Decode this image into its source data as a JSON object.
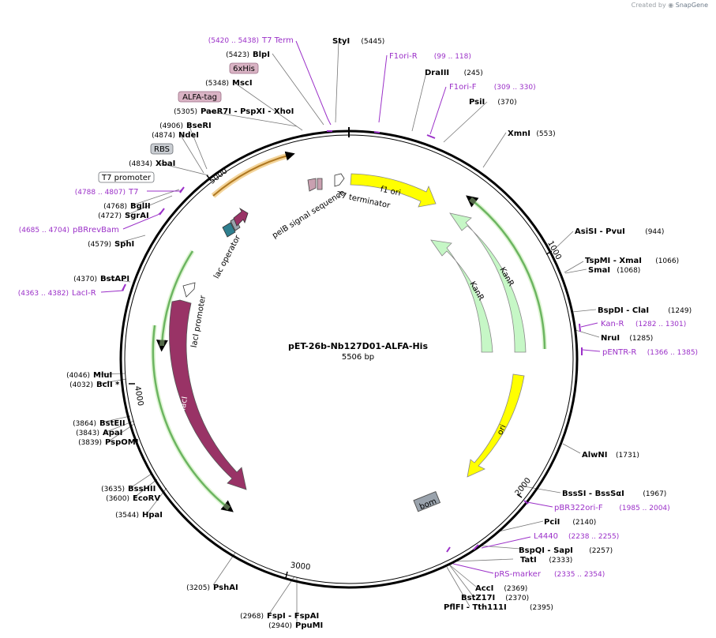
{
  "credit": {
    "prefix": "Created by",
    "brand": "SnapGene"
  },
  "plasmid": {
    "name": "pET-26b-Nb127D01-ALFA-His",
    "size_label": "5506 bp",
    "length": 5506
  },
  "ticks": [
    "1000",
    "2000",
    "3000",
    "4000",
    "5000"
  ],
  "sites": [
    {
      "name": "StyI",
      "pos": "(5445)",
      "color": "black"
    },
    {
      "name": "BlpI",
      "pos": "(5423)",
      "color": "black"
    },
    {
      "name": "MscI",
      "pos": "(5348)",
      "color": "black"
    },
    {
      "name": "PaeR7I - PspXI - XhoI",
      "pos": "(5305)",
      "color": "black"
    },
    {
      "name": "BseRI",
      "pos": "(4906)",
      "color": "black"
    },
    {
      "name": "NdeI",
      "pos": "(4874)",
      "color": "black"
    },
    {
      "name": "XbaI",
      "pos": "(4834)",
      "color": "black"
    },
    {
      "name": "BglII",
      "pos": "(4768)",
      "color": "black"
    },
    {
      "name": "SgrAI",
      "pos": "(4727)",
      "color": "black"
    },
    {
      "name": "SphI",
      "pos": "(4579)",
      "color": "black"
    },
    {
      "name": "BstAPI",
      "pos": "(4370)",
      "color": "black"
    },
    {
      "name": "MluI",
      "pos": "(4046)",
      "color": "black"
    },
    {
      "name": "BclI *",
      "pos": "(4032)",
      "color": "black"
    },
    {
      "name": "BstEII",
      "pos": "(3864)",
      "color": "black"
    },
    {
      "name": "ApaI",
      "pos": "(3843)",
      "color": "black"
    },
    {
      "name": "PspOMI",
      "pos": "(3839)",
      "color": "black"
    },
    {
      "name": "BssHII",
      "pos": "(3635)",
      "color": "black"
    },
    {
      "name": "EcoRV",
      "pos": "(3600)",
      "color": "black"
    },
    {
      "name": "HpaI",
      "pos": "(3544)",
      "color": "black"
    },
    {
      "name": "PshAI",
      "pos": "(3205)",
      "color": "black"
    },
    {
      "name": "FspI - FspAI",
      "pos": "(2968)",
      "color": "black"
    },
    {
      "name": "PpuMI",
      "pos": "(2940)",
      "color": "black"
    },
    {
      "name": "DraIII",
      "pos": "(245)",
      "color": "black"
    },
    {
      "name": "PsiI",
      "pos": "(370)",
      "color": "black"
    },
    {
      "name": "XmnI",
      "pos": "(553)",
      "color": "black"
    },
    {
      "name": "AsiSI - PvuI",
      "pos": "(944)",
      "color": "black"
    },
    {
      "name": "TspMI - XmaI",
      "pos": "(1066)",
      "color": "black"
    },
    {
      "name": "SmaI",
      "pos": "(1068)",
      "color": "black"
    },
    {
      "name": "BspDI - ClaI",
      "pos": "(1249)",
      "color": "black"
    },
    {
      "name": "NruI",
      "pos": "(1285)",
      "color": "black"
    },
    {
      "name": "AlwNI",
      "pos": "(1731)",
      "color": "black"
    },
    {
      "name": "BssSI - BssSαI",
      "pos": "(1967)",
      "color": "black"
    },
    {
      "name": "PciI",
      "pos": "(2140)",
      "color": "black"
    },
    {
      "name": "BspQI - SapI",
      "pos": "(2257)",
      "color": "black"
    },
    {
      "name": "TatI",
      "pos": "(2333)",
      "color": "black"
    },
    {
      "name": "AccI",
      "pos": "(2369)",
      "color": "black"
    },
    {
      "name": "BstZ17I",
      "pos": "(2370)",
      "color": "black"
    },
    {
      "name": "PflFI - Tth111I",
      "pos": "(2395)",
      "color": "black"
    }
  ],
  "primers": [
    {
      "name": "T7 Term",
      "pos": "(5420 .. 5438)"
    },
    {
      "name": "T7",
      "pos": "(4788 .. 4807)"
    },
    {
      "name": "pBRrevBam",
      "pos": "(4685 .. 4704)"
    },
    {
      "name": "LacI-R",
      "pos": "(4363 .. 4382)"
    },
    {
      "name": "F1ori-R",
      "pos": "(99 .. 118)"
    },
    {
      "name": "F1ori-F",
      "pos": "(309 .. 330)"
    },
    {
      "name": "Kan-R",
      "pos": "(1282 .. 1301)"
    },
    {
      "name": "pENTR-R",
      "pos": "(1366 .. 1385)"
    },
    {
      "name": "pBR322ori-F",
      "pos": "(1985 .. 2004)"
    },
    {
      "name": "L4440",
      "pos": "(2238 .. 2255)"
    },
    {
      "name": "pRS-marker",
      "pos": "(2335 .. 2354)"
    }
  ],
  "boxed_features": [
    {
      "name": "6xHis",
      "style": "pink"
    },
    {
      "name": "ALFA-tag",
      "style": "pink"
    },
    {
      "name": "RBS",
      "style": "gray"
    },
    {
      "name": "T7 promoter",
      "style": "white"
    }
  ],
  "features": [
    {
      "name": "f1 ori",
      "color": "#ffff00"
    },
    {
      "name": "KanR",
      "color": "#c6f7c6"
    },
    {
      "name": "KanR",
      "color": "#c6f7c6"
    },
    {
      "name": "ori",
      "color": "#ffff00"
    },
    {
      "name": "bom",
      "color": "#9aa3ad"
    },
    {
      "name": "lacI",
      "color": "#993366"
    },
    {
      "name": "lacI promoter",
      "color": "#ffffff"
    },
    {
      "name": "T7 terminator",
      "color": "#ffffff"
    },
    {
      "name": "pelB signal sequence",
      "color": "#c9a0b0"
    },
    {
      "name": "lac operator",
      "color": "#2f7f8f"
    }
  ],
  "colors": {
    "primer": "#9b30c8",
    "backbone": "#000000",
    "orf": "#e1a13b",
    "orf_green": "#2e8b2e"
  }
}
